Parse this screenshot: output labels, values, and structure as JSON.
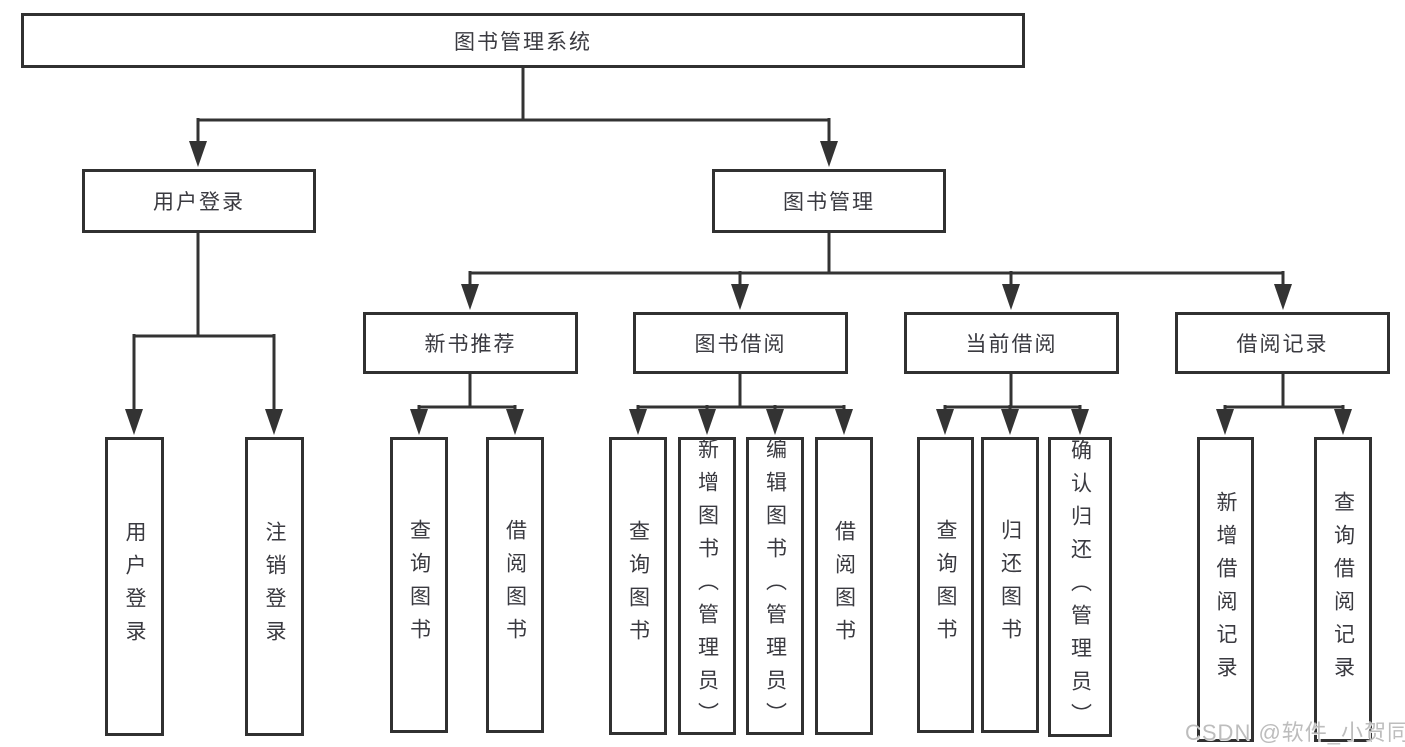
{
  "diagram": {
    "root": {
      "label": "图书管理系统"
    },
    "level2": [
      {
        "label": "用户登录"
      },
      {
        "label": "图书管理"
      }
    ],
    "level3": [
      {
        "label": "新书推荐"
      },
      {
        "label": "图书借阅"
      },
      {
        "label": "当前借阅"
      },
      {
        "label": "借阅记录"
      }
    ],
    "leaves": [
      {
        "label": "用户登录"
      },
      {
        "label": "注销登录"
      },
      {
        "label": "查询图书"
      },
      {
        "label": "借阅图书"
      },
      {
        "label": "查询图书"
      },
      {
        "label": "新增图书（管理员）"
      },
      {
        "label": "编辑图书（管理员）"
      },
      {
        "label": "借阅图书"
      },
      {
        "label": "查询图书"
      },
      {
        "label": "归还图书"
      },
      {
        "label": "确认归还（管理员）"
      },
      {
        "label": "新增借阅记录"
      },
      {
        "label": "查询借阅记录"
      }
    ],
    "watermark": "CSDN @软件_小贺同学",
    "colors": {
      "line": "#333333",
      "box_border": "#313131",
      "text": "#3a3a40",
      "background": "#ffffff",
      "watermark": "#bdbdbd"
    }
  }
}
